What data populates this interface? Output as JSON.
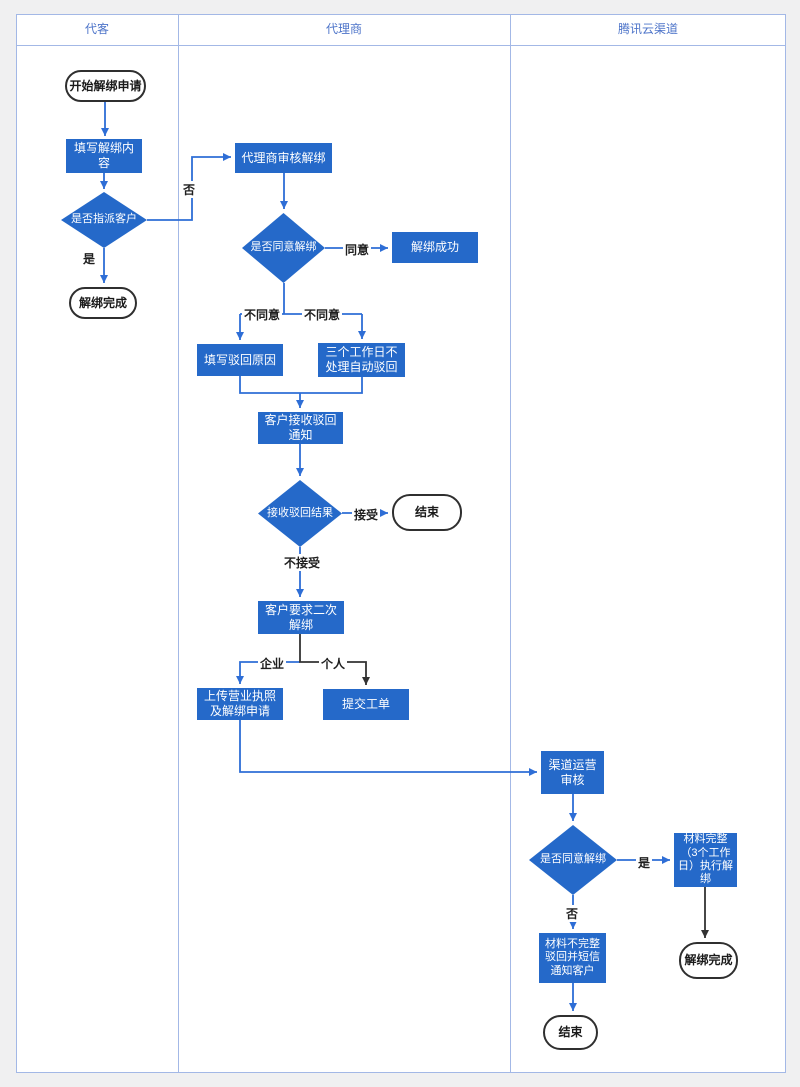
{
  "diagram": {
    "type": "swimlane-flowchart",
    "topic": "解绑申请审核流程"
  },
  "colors": {
    "canvas_bg": "#f0f0f1",
    "lane_bg": "#ffffff",
    "lane_border": "#a3b8e6",
    "lane_header_text": "#4d74c9",
    "node_fill": "#2569c9",
    "node_text": "#ffffff",
    "connector_blue": "#2e6ed6",
    "connector_black": "#333333",
    "terminator_border": "#2f2f2f"
  },
  "lanes": [
    {
      "label": "代客"
    },
    {
      "label": "代理商"
    },
    {
      "label": "腾讯云渠道"
    }
  ],
  "nodes": [
    {
      "id": "start",
      "type": "terminator",
      "lane": "代客",
      "label": "开始解绑申请"
    },
    {
      "id": "fill-content",
      "type": "process",
      "lane": "代客",
      "label": "填写解绑内容"
    },
    {
      "id": "assign-customer",
      "type": "decision",
      "lane": "代客",
      "label": "是否指派客户"
    },
    {
      "id": "unbind-complete-1",
      "type": "terminator",
      "lane": "代客",
      "label": "解绑完成"
    },
    {
      "id": "agent-review",
      "type": "process",
      "lane": "代理商",
      "label": "代理商审核解绑"
    },
    {
      "id": "agree-unbind-agent",
      "type": "decision",
      "lane": "代理商",
      "label": "是否同意解绑"
    },
    {
      "id": "unbind-success",
      "type": "process",
      "lane": "代理商",
      "label": "解绑成功"
    },
    {
      "id": "fill-reject-reason",
      "type": "process",
      "lane": "代理商",
      "label": "填写驳回原因"
    },
    {
      "id": "auto-reject",
      "type": "process",
      "lane": "代理商",
      "label": "三个工作日不处理自动驳回"
    },
    {
      "id": "receive-notice",
      "type": "process",
      "lane": "代理商",
      "label": "客户接收驳回通知"
    },
    {
      "id": "receive-result",
      "type": "decision",
      "lane": "代理商",
      "label": "接收驳回结果"
    },
    {
      "id": "end-1",
      "type": "terminator",
      "lane": "代理商",
      "label": "结束"
    },
    {
      "id": "second-unbind",
      "type": "process",
      "lane": "代理商",
      "label": "客户要求二次解绑"
    },
    {
      "id": "upload-license",
      "type": "process",
      "lane": "代理商",
      "label": "上传营业执照及解绑申请"
    },
    {
      "id": "submit-ticket",
      "type": "process",
      "lane": "代理商",
      "label": "提交工单"
    },
    {
      "id": "channel-review",
      "type": "process",
      "lane": "腾讯云渠道",
      "label": "渠道运营审核"
    },
    {
      "id": "agree-unbind-channel",
      "type": "decision",
      "lane": "腾讯云渠道",
      "label": "是否同意解绑"
    },
    {
      "id": "materials-complete",
      "type": "process",
      "lane": "腾讯云渠道",
      "label": "材料完整（3个工作日）执行解绑"
    },
    {
      "id": "materials-incomplete",
      "type": "process",
      "lane": "腾讯云渠道",
      "label": "材料不完整驳回并短信通知客户"
    },
    {
      "id": "end-2",
      "type": "terminator",
      "lane": "腾讯云渠道",
      "label": "结束"
    },
    {
      "id": "unbind-complete-2",
      "type": "terminator",
      "lane": "腾讯云渠道",
      "label": "解绑完成"
    }
  ],
  "edge_labels": [
    {
      "text": "否"
    },
    {
      "text": "是"
    },
    {
      "text": "同意"
    },
    {
      "text": "不同意"
    },
    {
      "text": "不同意"
    },
    {
      "text": "接受"
    },
    {
      "text": "不接受"
    },
    {
      "text": "企业"
    },
    {
      "text": "个人"
    },
    {
      "text": "是"
    },
    {
      "text": "否"
    }
  ]
}
